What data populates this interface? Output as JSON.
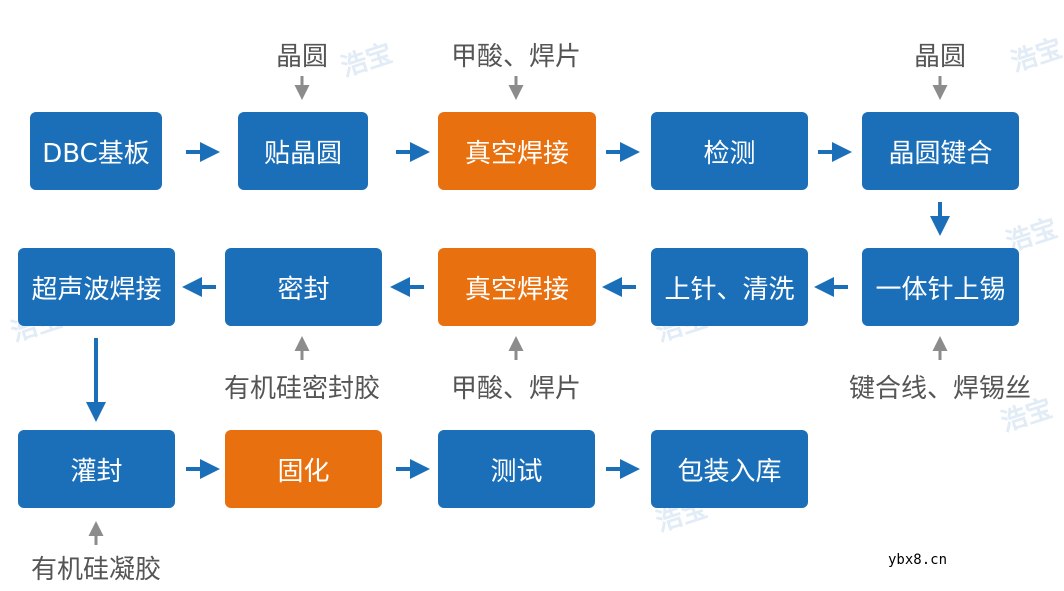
{
  "watermark": "浩宝",
  "nodes": [
    {
      "id": "dbc",
      "label": "DBC基板",
      "color": "blue"
    },
    {
      "id": "tie",
      "label": "贴晶圆",
      "color": "blue"
    },
    {
      "id": "vac1",
      "label": "真空焊接",
      "color": "orange"
    },
    {
      "id": "jiance",
      "label": "检测",
      "color": "blue"
    },
    {
      "id": "bond",
      "label": "晶圆键合",
      "color": "blue"
    },
    {
      "id": "tin",
      "label": "一体针上锡",
      "color": "blue"
    },
    {
      "id": "pin",
      "label": "上针、清洗",
      "color": "blue"
    },
    {
      "id": "vac2",
      "label": "真空焊接",
      "color": "orange"
    },
    {
      "id": "seal",
      "label": "密封",
      "color": "blue"
    },
    {
      "id": "ultra",
      "label": "超声波焊接",
      "color": "blue"
    },
    {
      "id": "pot",
      "label": "灌封",
      "color": "blue"
    },
    {
      "id": "cure",
      "label": "固化",
      "color": "orange"
    },
    {
      "id": "test",
      "label": "测试",
      "color": "blue"
    },
    {
      "id": "pack",
      "label": "包装入库",
      "color": "blue"
    }
  ],
  "inputs": [
    {
      "id": "in-tie",
      "label": "晶圆"
    },
    {
      "id": "in-vac1",
      "label": "甲酸、焊片"
    },
    {
      "id": "in-bond",
      "label": "晶圆"
    },
    {
      "id": "in-tin",
      "label": "键合线、焊锡丝"
    },
    {
      "id": "in-vac2",
      "label": "甲酸、焊片"
    },
    {
      "id": "in-seal",
      "label": "有机硅密封胶"
    },
    {
      "id": "in-pot",
      "label": "有机硅凝胶"
    }
  ],
  "source": "ybx8.cn",
  "colors": {
    "blue": "#1b6fb9",
    "orange": "#e9700f",
    "arrow_flow": "#1b6fb9",
    "arrow_input": "#8c8c8c",
    "label_text": "#555555"
  }
}
